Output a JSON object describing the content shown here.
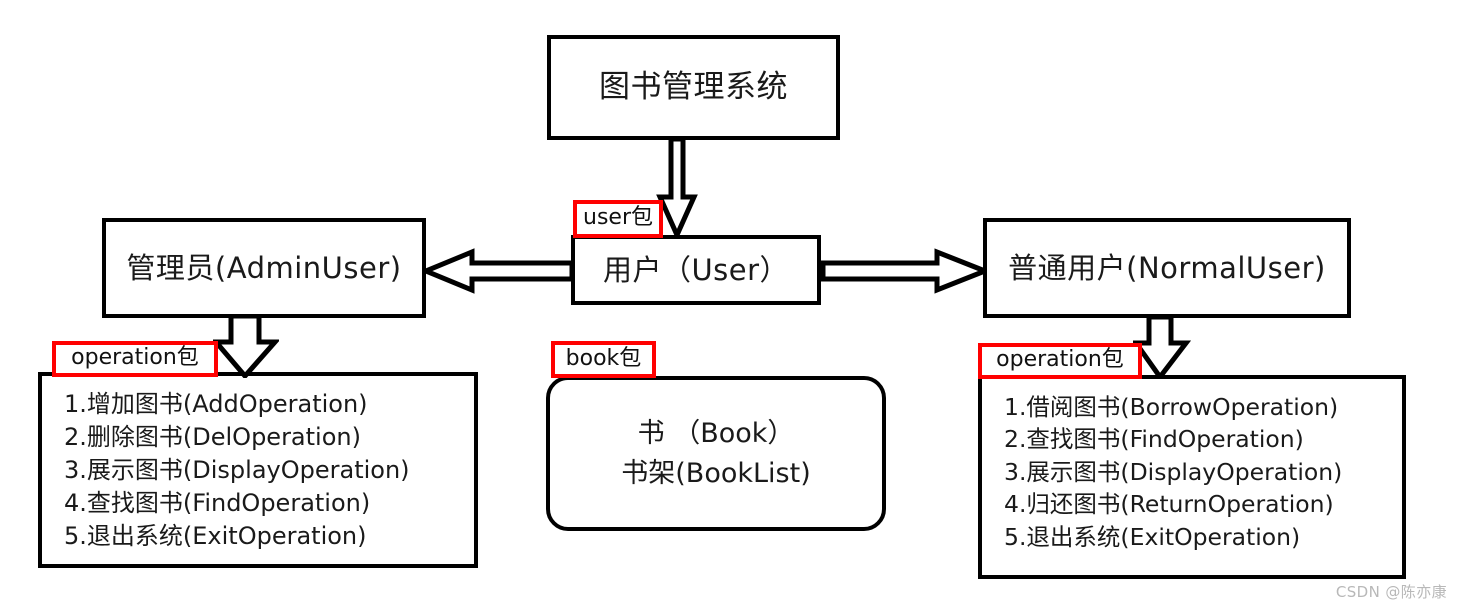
{
  "diagram": {
    "system": {
      "label": "图书管理系统"
    },
    "packages": {
      "user": "user包",
      "book": "book包",
      "operation_left": "operation包",
      "operation_right": "operation包"
    },
    "actors": {
      "user": "用户（User）",
      "admin": "管理员(AdminUser)",
      "normal": "普通用户(NormalUser)"
    },
    "admin_operations": [
      "1.增加图书(AddOperation)",
      "2.删除图书(DelOperation)",
      "3.展示图书(DisplayOperation)",
      "4.查找图书(FindOperation)",
      "5.退出系统(ExitOperation)"
    ],
    "normal_operations": [
      "1.借阅图书(BorrowOperation)",
      "2.查找图书(FindOperation)",
      "3.展示图书(DisplayOperation)",
      "4.归还图书(ReturnOperation)",
      "5.退出系统(ExitOperation)"
    ],
    "book_items": [
      "书 （Book）",
      "书架(BookList)"
    ],
    "arrows": {
      "system_to_user": "arrow-down",
      "user_to_admin": "arrow-left",
      "user_to_normal": "arrow-right",
      "admin_to_operations": "arrow-down",
      "normal_to_operations": "arrow-down"
    },
    "colors": {
      "stroke": "#000000",
      "package_tag": "#ff0000",
      "background": "#ffffff",
      "watermark": "#b8b8b8"
    }
  },
  "watermark": "CSDN @陈亦康"
}
